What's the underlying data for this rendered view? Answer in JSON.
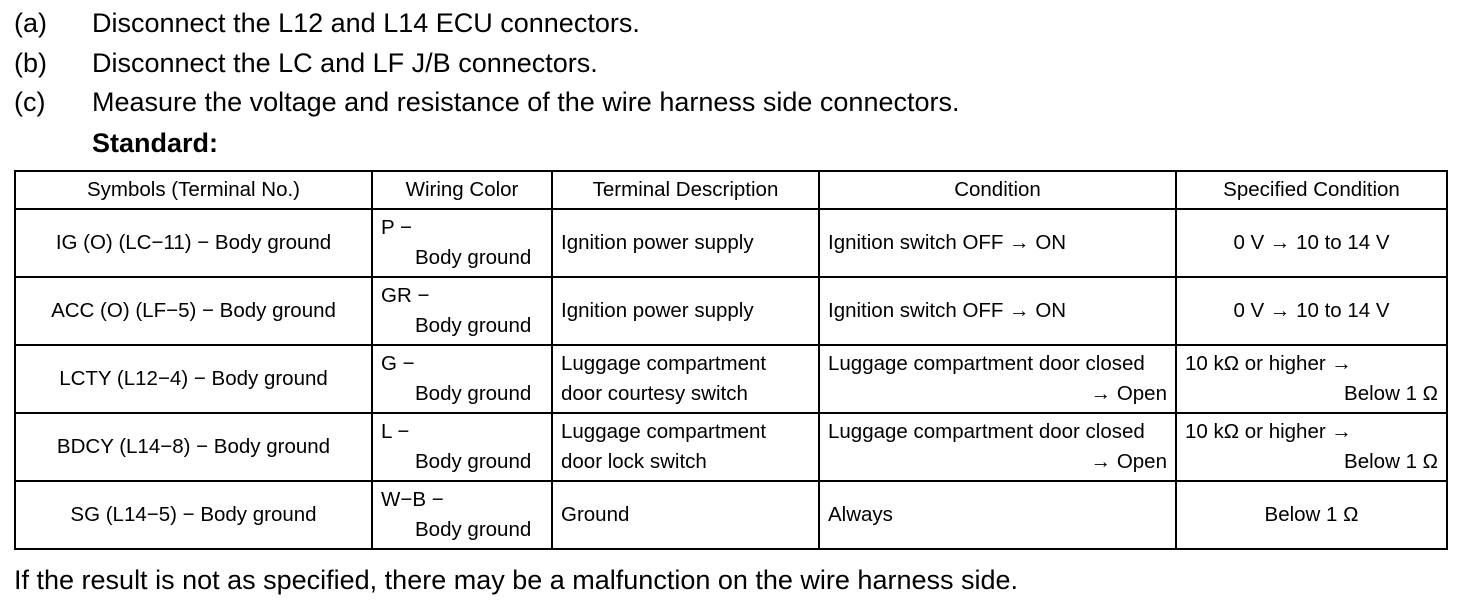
{
  "steps": [
    {
      "letter": "(a)",
      "text": "Disconnect the L12 and L14 ECU connectors."
    },
    {
      "letter": "(b)",
      "text": "Disconnect the LC and LF J/B connectors."
    },
    {
      "letter": "(c)",
      "text": "Measure the voltage and resistance of the wire harness side connectors."
    }
  ],
  "standard_label": "Standard:",
  "table": {
    "headers": [
      "Symbols (Terminal No.)",
      "Wiring Color",
      "Terminal Description",
      "Condition",
      "Specified Condition"
    ],
    "rows": [
      {
        "symbol": "IG (O) (LC−11) − Body ground",
        "wire1": "P −",
        "wire2": "Body ground",
        "desc1": "Ignition power supply",
        "desc2": "",
        "cond1": "Ignition switch OFF → ON",
        "cond2": "",
        "spec1": "0 V → 10 to 14 V",
        "spec2": ""
      },
      {
        "symbol": "ACC (O) (LF−5) − Body ground",
        "wire1": "GR −",
        "wire2": "Body ground",
        "desc1": "Ignition power supply",
        "desc2": "",
        "cond1": "Ignition switch OFF → ON",
        "cond2": "",
        "spec1": "0 V → 10 to 14 V",
        "spec2": ""
      },
      {
        "symbol": "LCTY (L12−4) − Body ground",
        "wire1": "G −",
        "wire2": "Body ground",
        "desc1": "Luggage compartment",
        "desc2": "door courtesy switch",
        "cond1": "Luggage compartment door closed",
        "cond2": "→ Open",
        "spec1": "10 kΩ or higher →",
        "spec2": "Below 1 Ω"
      },
      {
        "symbol": "BDCY (L14−8) − Body ground",
        "wire1": "L −",
        "wire2": "Body ground",
        "desc1": "Luggage compartment",
        "desc2": "door lock switch",
        "cond1": "Luggage compartment door closed",
        "cond2": "→ Open",
        "spec1": "10 kΩ or higher →",
        "spec2": "Below 1 Ω"
      },
      {
        "symbol": "SG (L14−5) − Body ground",
        "wire1": "W−B −",
        "wire2": "Body ground",
        "desc1": "Ground",
        "desc2": "",
        "cond1": "Always",
        "cond2": "",
        "spec1": "Below 1 Ω",
        "spec2": ""
      }
    ]
  },
  "footer": "If the result is not as specified, there may be a malfunction on the wire harness side."
}
